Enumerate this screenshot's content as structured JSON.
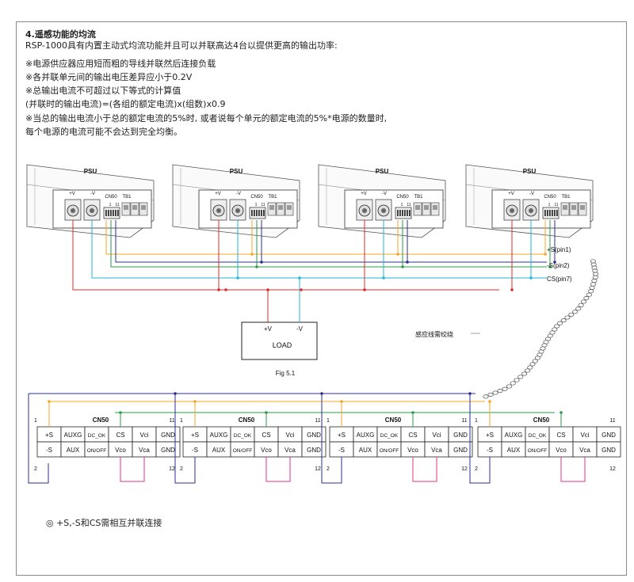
{
  "heading": "4.遥感功能的均流",
  "intro": "RSP-1000具有内置主动式均流功能并且可以并联高达4台以提供更高的输出功率:",
  "notes": [
    "※电源供应器应用短而粗的导线并联然后连接负载",
    "※各并联单元间的输出电压差异应小于0.2V",
    "※总输出电流不可超过以下等式的计算值",
    "  (并联时的输出电流)=(各组的额定电流)x(组数)x0.9",
    "※当总的输出电流小于总的额定电流的5%时, 或者说每个单元的额定电流的5%*电源的数量时,",
    "  每个电源的电流可能不会达到完全均衡。"
  ],
  "psu": {
    "label": "PSU",
    "plus_v": "+V",
    "minus_v": "-V",
    "cn50": "CN50",
    "tb1": "TB1",
    "pins": [
      "1",
      "11",
      "2",
      "12"
    ]
  },
  "signals": {
    "plus_s": "+S(pin1)",
    "minus_s": "-S(pin2)",
    "cs": "CS(pin7)"
  },
  "load": {
    "label": "LOAD",
    "plus": "+V",
    "minus": "-V"
  },
  "twisted_note": "感应线需绞绕",
  "fig_label": "Fig 5.1",
  "connector": {
    "title": "CN50",
    "pin_top_left": "1",
    "pin_top_right": "11",
    "pin_bottom_left": "2",
    "pin_bottom_right": "12",
    "top_row": [
      "+S",
      "AUXG",
      "DC_OK",
      "CS",
      "Vci",
      "GND"
    ],
    "bottom_row": [
      "-S",
      "AUX",
      "ON/OFF",
      "Vco",
      "Vca",
      "GND"
    ]
  },
  "footer": "◎ +S,-S和CS需相互并联连接",
  "colors": {
    "orange": "#f5a623",
    "green": "#2e9a4a",
    "cyan": "#22b5d8",
    "red": "#e02a2a",
    "navy": "#2b2f8c",
    "magenta": "#e0338f",
    "gray": "#555555"
  }
}
